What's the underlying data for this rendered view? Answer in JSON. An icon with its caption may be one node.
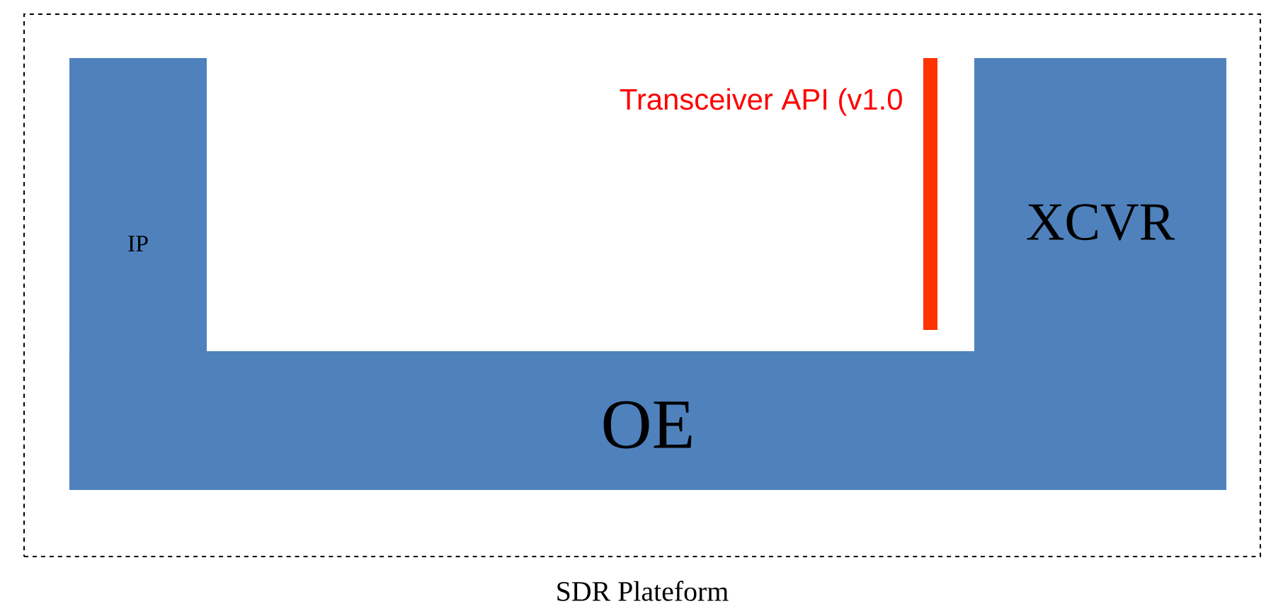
{
  "diagram": {
    "nodes": [
      {
        "text": [
          "SDR Plateform"
        ]
      },
      {
        "text": [
          "IP"
        ],
        "in": 0
      },
      {
        "text": [
          "XCVR"
        ],
        "in": 0
      },
      {
        "text": [
          "OE"
        ],
        "in": 0
      },
      {
        "text": [],
        "shape": "bar",
        "beside": [
          "Transceiver API (v1.0"
        ],
        "in": 0
      }
    ]
  }
}
